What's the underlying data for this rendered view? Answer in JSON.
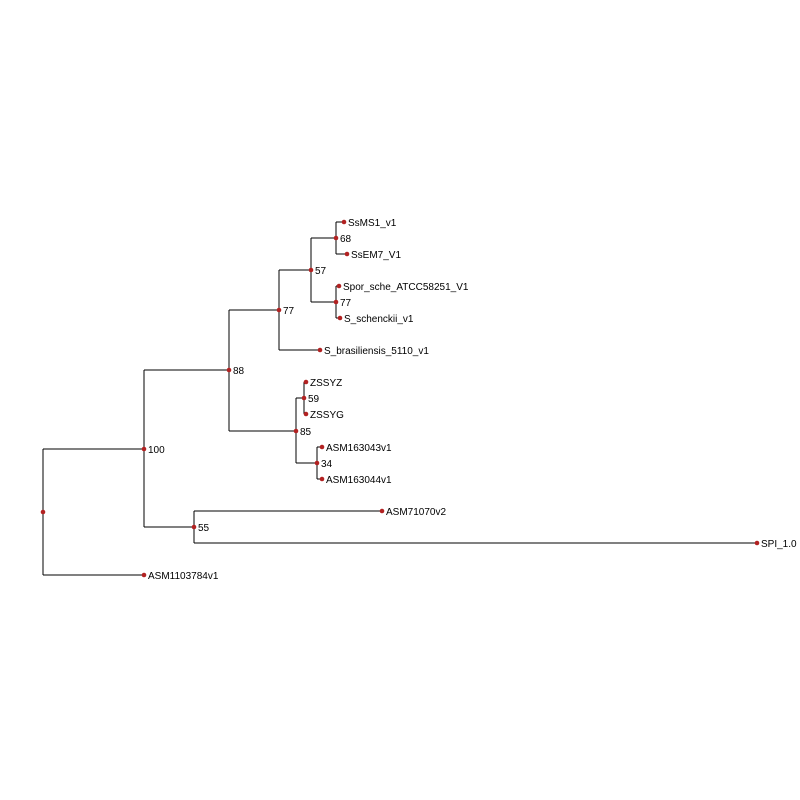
{
  "tree": {
    "node_color": "#b22222",
    "line_color": "#000000",
    "taxa": {
      "t1": "SsMS1_v1",
      "t2": "SsEM7_V1",
      "t3": "Spor_sche_ATCC58251_V1",
      "t4": "S_schenckii_v1",
      "t5": "S_brasiliensis_5110_v1",
      "t6": "ZSSYZ",
      "t7": "ZSSYG",
      "t8": "ASM163043v1",
      "t9": "ASM163044v1",
      "t10": "ASM71070v2",
      "t11": "SPI_1.0",
      "t12": "ASM1103784v1"
    },
    "support": {
      "n68": "68",
      "n77a": "77",
      "n57": "57",
      "n77b": "77",
      "n59": "59",
      "n34": "34",
      "n85": "85",
      "n88": "88",
      "n55": "55",
      "n100": "100"
    }
  }
}
